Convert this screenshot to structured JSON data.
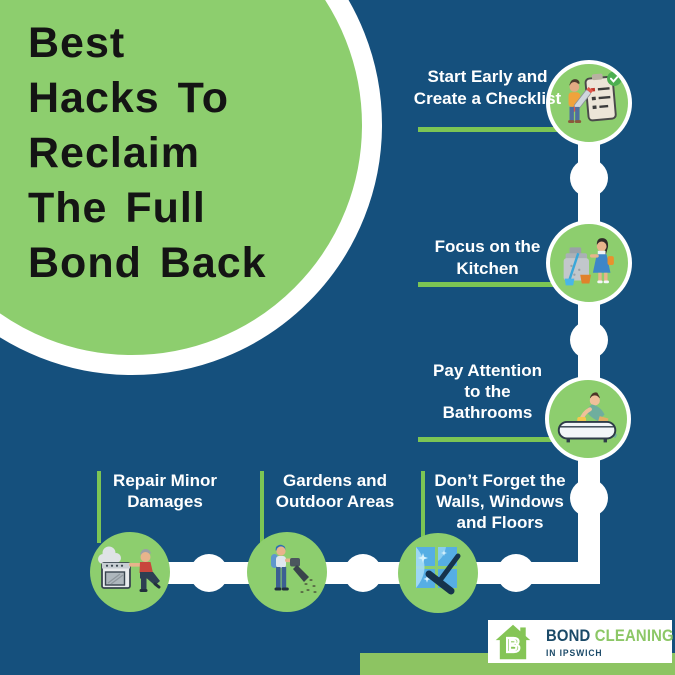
{
  "title": {
    "lines": [
      "Best",
      "Hacks To",
      "Reclaim",
      "The Full",
      "Bond Back"
    ]
  },
  "timeline": {
    "items": [
      {
        "label_lines": [
          "Start Early and",
          "Create a Checklist"
        ],
        "icon": "checklist-icon"
      },
      {
        "label_lines": [
          "Focus on the",
          "Kitchen"
        ],
        "icon": "kitchen-cleaning-icon"
      },
      {
        "label_lines": [
          "Pay Attention",
          "to the",
          "Bathrooms"
        ],
        "icon": "bathtub-cleaning-icon"
      },
      {
        "label_lines": [
          "Don’t Forget the",
          "Walls, Windows",
          "and Floors"
        ],
        "icon": "window-squeegee-icon"
      },
      {
        "label_lines": [
          "Gardens and",
          "Outdoor Areas"
        ],
        "icon": "leaf-blower-icon"
      },
      {
        "label_lines": [
          "Repair Minor",
          "Damages"
        ],
        "icon": "appliance-repair-icon"
      }
    ]
  },
  "footer": {
    "logo": {
      "monogram": "B",
      "brand_primary": "BOND",
      "brand_secondary": "CLEANING",
      "tagline": "IN IPSWICH",
      "icon": "house-icon"
    }
  },
  "colors": {
    "background": "#15507D",
    "circle_green": "#8DCE6E",
    "accent_green": "#7CC554",
    "band_green": "#8DC462",
    "white": "#FFFFFF",
    "title_text": "#141414",
    "logo_navy": "#1B4A68",
    "logo_green": "#8CC766"
  }
}
